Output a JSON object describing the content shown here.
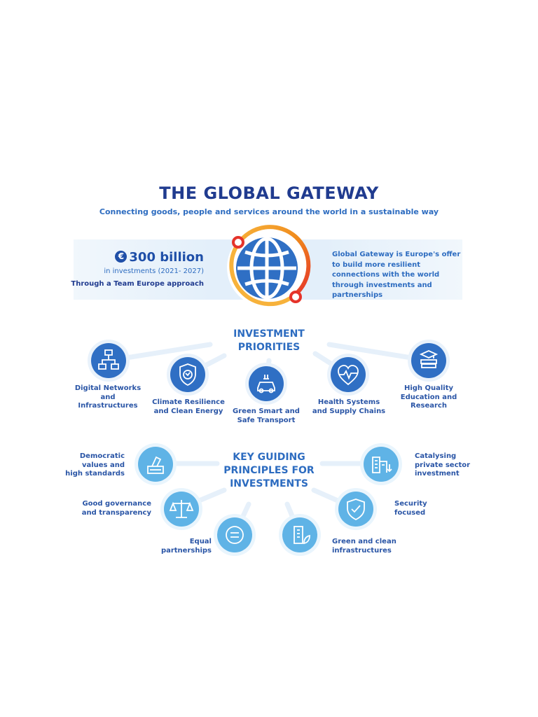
{
  "title": "THE GLOBAL GATEWAY",
  "subtitle": "Connecting goods, people and services around the world in a sustainable way",
  "investment": {
    "currency_symbol": "€",
    "amount": "300 billion",
    "period": "in investments (2021- 2027)",
    "approach": "Through a Team Europe approach"
  },
  "offer_text": "Global Gateway is Europe's offer to build more resilient connections with the world through investments and partnerships",
  "priorities": {
    "heading_line1": "INVESTMENT",
    "heading_line2": "PRIORITIES",
    "items": [
      {
        "label": "Digital Networks and Infrastructures",
        "icon": "network-icon"
      },
      {
        "label": "Climate Resilience and Clean Energy",
        "icon": "climate-shield-icon"
      },
      {
        "label": "Green Smart and Safe Transport",
        "icon": "electric-car-icon"
      },
      {
        "label": "Health Systems and Supply Chains",
        "icon": "heart-pulse-icon"
      },
      {
        "label": "High Quality Education and Research",
        "icon": "books-icon"
      }
    ]
  },
  "principles": {
    "heading_line1": "KEY GUIDING",
    "heading_line2": "PRINCIPLES FOR",
    "heading_line3": "INVESTMENTS",
    "items": [
      {
        "label": "Democratic values and high standards",
        "icon": "ballot-icon"
      },
      {
        "label": "Good governance and transparency",
        "icon": "scales-icon"
      },
      {
        "label": "Equal partnerships",
        "icon": "equal-icon"
      },
      {
        "label": "Green and clean infrastructures",
        "icon": "green-building-icon"
      },
      {
        "label": "Security focused",
        "icon": "security-shield-icon"
      },
      {
        "label": "Catalysing private sector investment",
        "icon": "buildings-icon"
      }
    ]
  },
  "colors": {
    "title": "#203b8f",
    "accent": "#2d6cc0",
    "priority_icon": "#2f6fc4",
    "principle_icon": "#5fb3e6",
    "ring_orange": "#f08a1c",
    "ring_red": "#e5332a"
  }
}
